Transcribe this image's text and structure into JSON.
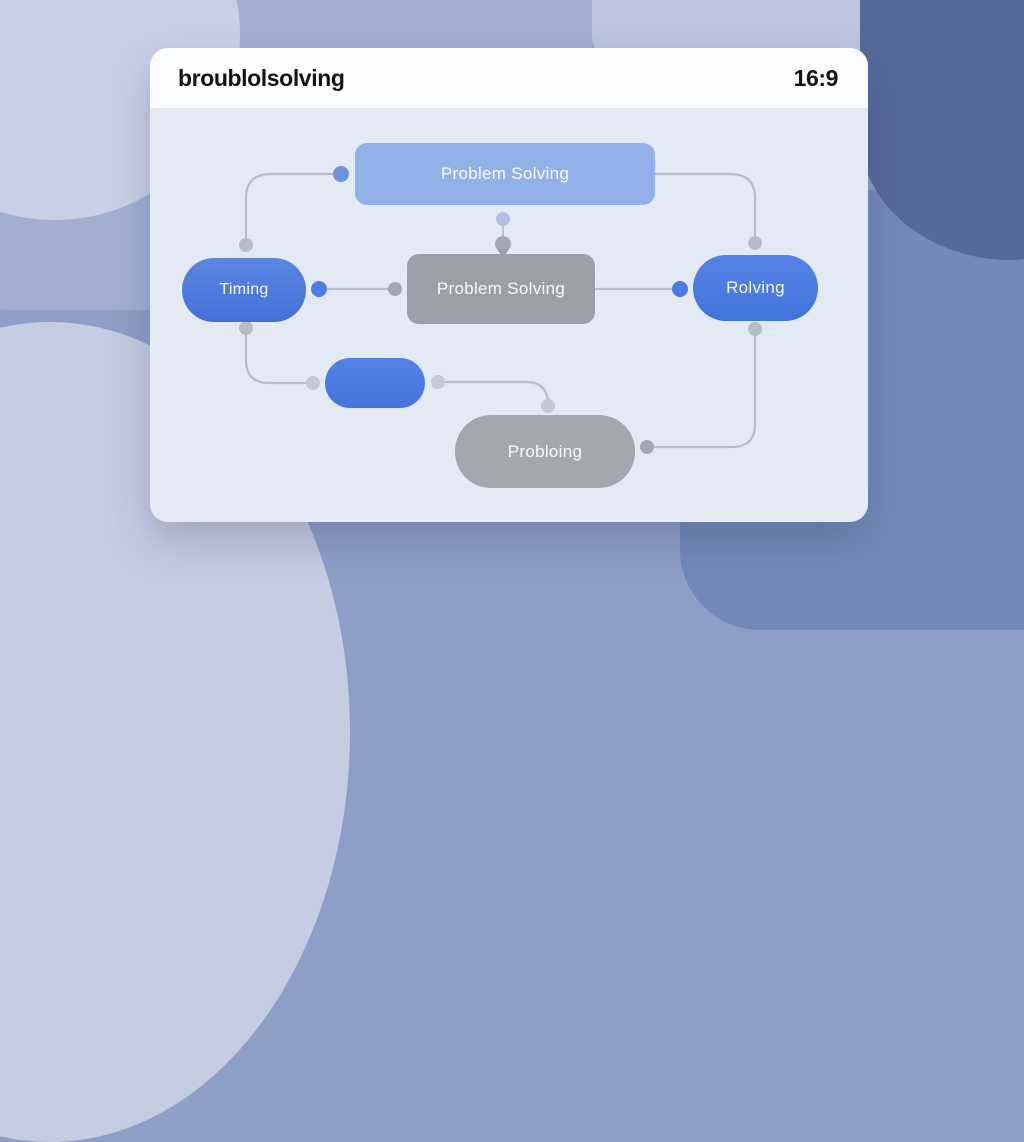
{
  "card": {
    "title": "broublolsolving",
    "aspect_ratio": "16:9"
  },
  "diagram": {
    "nodes": [
      {
        "id": "top",
        "label": "Problem Solving",
        "variant": "light-blue"
      },
      {
        "id": "center",
        "label": "Problem Solving",
        "variant": "gray"
      },
      {
        "id": "left",
        "label": "Timing",
        "variant": "blue"
      },
      {
        "id": "right",
        "label": "Rolving",
        "variant": "blue"
      },
      {
        "id": "small",
        "label": "",
        "variant": "blue"
      },
      {
        "id": "bottom",
        "label": "Probloing",
        "variant": "gray"
      }
    ]
  },
  "colors": {
    "accent_blue": "#4d7ce2",
    "light_blue_node": "#93b1e9",
    "gray_node": "#9aa0a8",
    "gray_node_light": "#a3a8af",
    "connector": "#b6bdc8",
    "card_header_bg": "#fafbfd",
    "card_body_bg": "#e4eaf3",
    "title_color": "#151515"
  }
}
